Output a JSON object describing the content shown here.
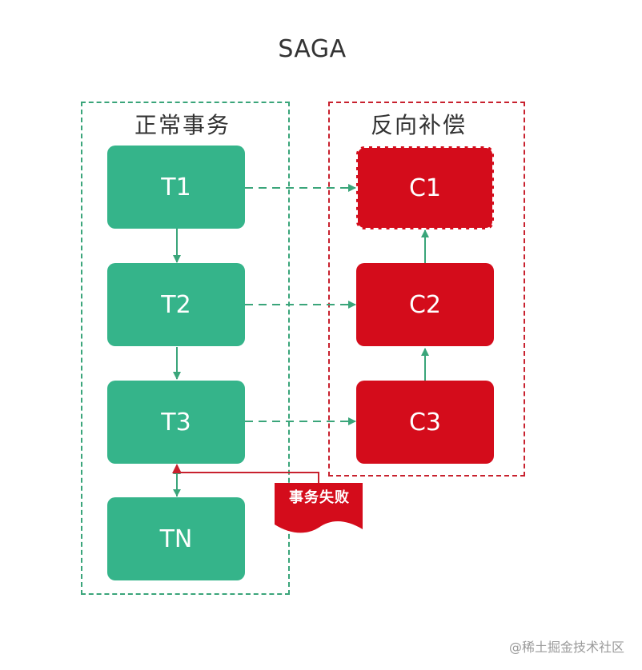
{
  "title": "SAGA",
  "groups": {
    "normal": {
      "label": "正常事务"
    },
    "compensate": {
      "label": "反向补偿"
    }
  },
  "transactions": [
    "T1",
    "T2",
    "T3",
    "TN"
  ],
  "compensations": [
    "C1",
    "C2",
    "C3"
  ],
  "failure_label": "事务失败",
  "watermark": "@稀土掘金技术社区",
  "colors": {
    "green": "#35b48a",
    "green_line": "#3aa57a",
    "red": "#d40c1b",
    "red_border": "#c8212e"
  }
}
